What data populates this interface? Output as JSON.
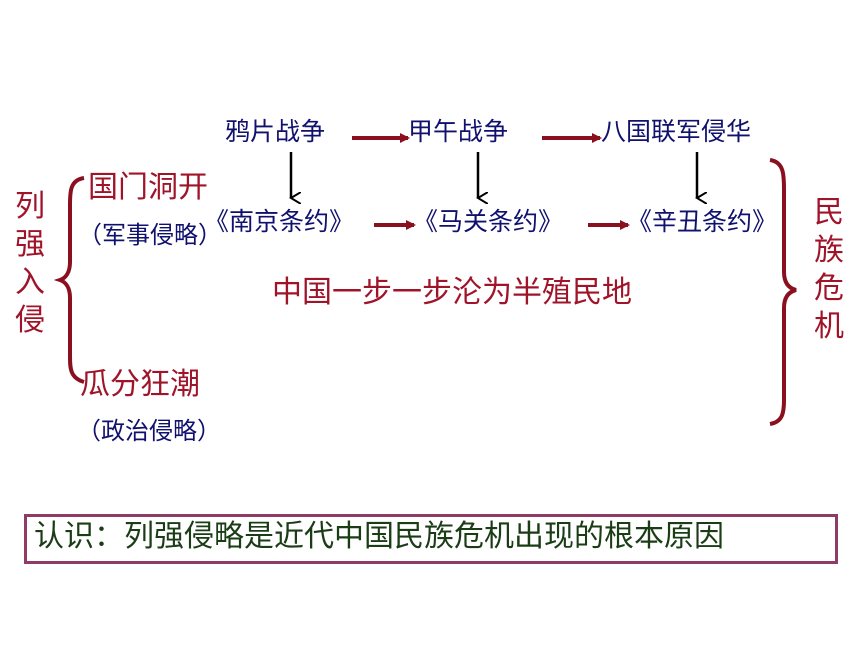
{
  "wars": [
    "鸦片战争",
    "甲午战争",
    "八国联军侵华"
  ],
  "treaties": [
    "《南京条约》",
    "《马关条约》",
    "《辛丑条约》"
  ],
  "left_label": [
    "列",
    "强",
    "入",
    "侵"
  ],
  "right_label": [
    "民",
    "族",
    "危",
    "机"
  ],
  "stage1": {
    "title": "国门洞开",
    "note": "（军事侵略）"
  },
  "stage2": {
    "title": "瓜分狂潮",
    "note": "（政治侵略）"
  },
  "center_text": "中国一步一步沦为半殖民地",
  "conclusion": "认识：列强侵略是近代中国民族危机出现的根本原因",
  "colors": {
    "navy": "#10106e",
    "crimson": "#a0142a",
    "dark_green": "#1a3d16",
    "box_border": "#8e3c66"
  }
}
